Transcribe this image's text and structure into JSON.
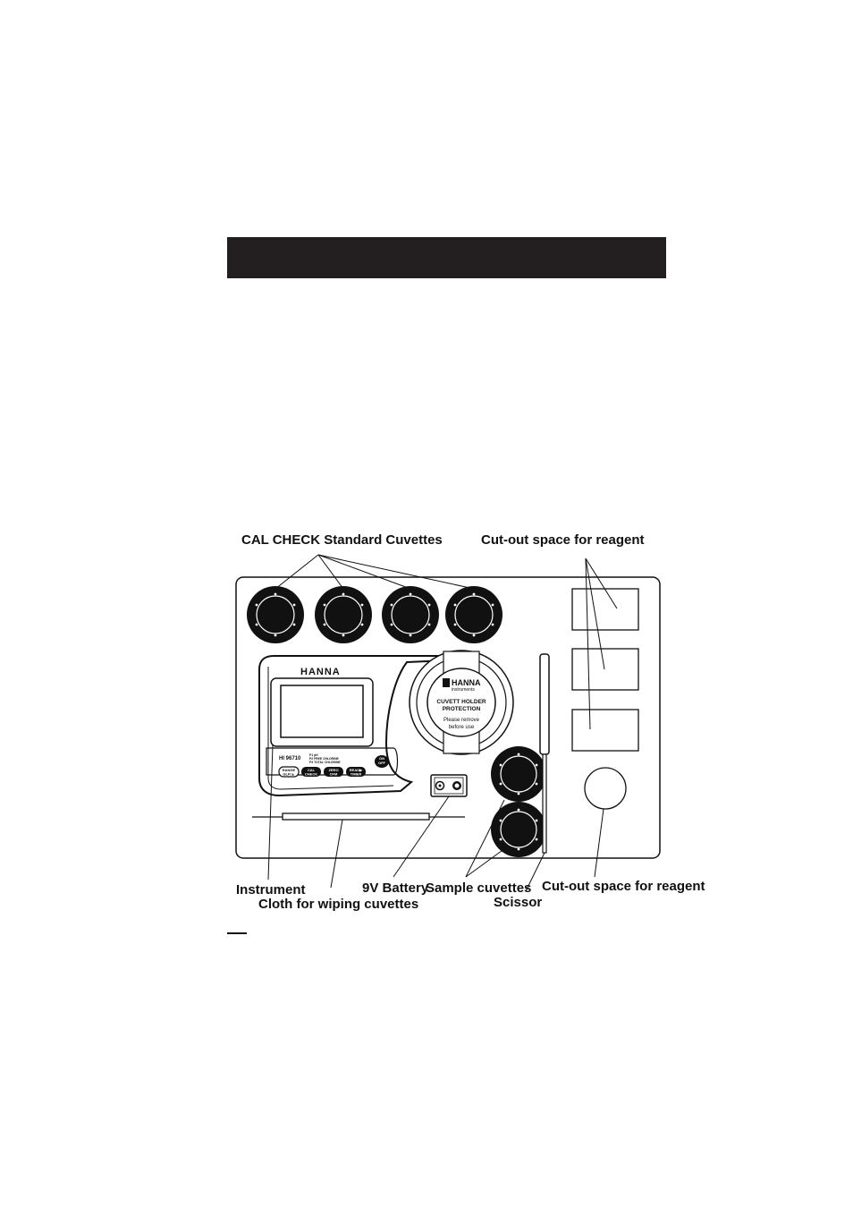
{
  "labels": {
    "cal_check_cuvettes": "CAL CHECK Standard Cuvettes",
    "cutout_reagent_top": "Cut-out space for reagent",
    "instrument": "Instrument",
    "cloth": "Cloth for wiping cuvettes",
    "battery": "9V Battery",
    "sample_cuvettes": "Sample cuvettes",
    "scissor": "Scissor",
    "cutout_reagent_bottom": "Cut-out space for reagent"
  },
  "device": {
    "brand": "HANNA",
    "model": "HI 96710",
    "params": [
      "P1 pH",
      "P2 FREE CHLORINE",
      "P3 TOTAL CHLORINE"
    ],
    "buttons": [
      {
        "line1": "RANGE",
        "line2": "GLP/▲"
      },
      {
        "line1": "CAL",
        "line2": "CHECK"
      },
      {
        "line1": "ZERO",
        "line2": "CFM"
      },
      {
        "line1": "READ▶",
        "line2": "TIMER"
      }
    ],
    "power": {
      "line1": "ON",
      "line2": "OFF"
    }
  },
  "protection_cap": {
    "brand": "HANNA",
    "brand_sub": "instruments",
    "title_line1": "CUVETT HOLDER",
    "title_line2": "PROTECTION",
    "note_line1": "Please remove",
    "note_line2": "before use"
  },
  "colors": {
    "ink": "#111111",
    "header": "#231f20",
    "paper": "#ffffff"
  }
}
